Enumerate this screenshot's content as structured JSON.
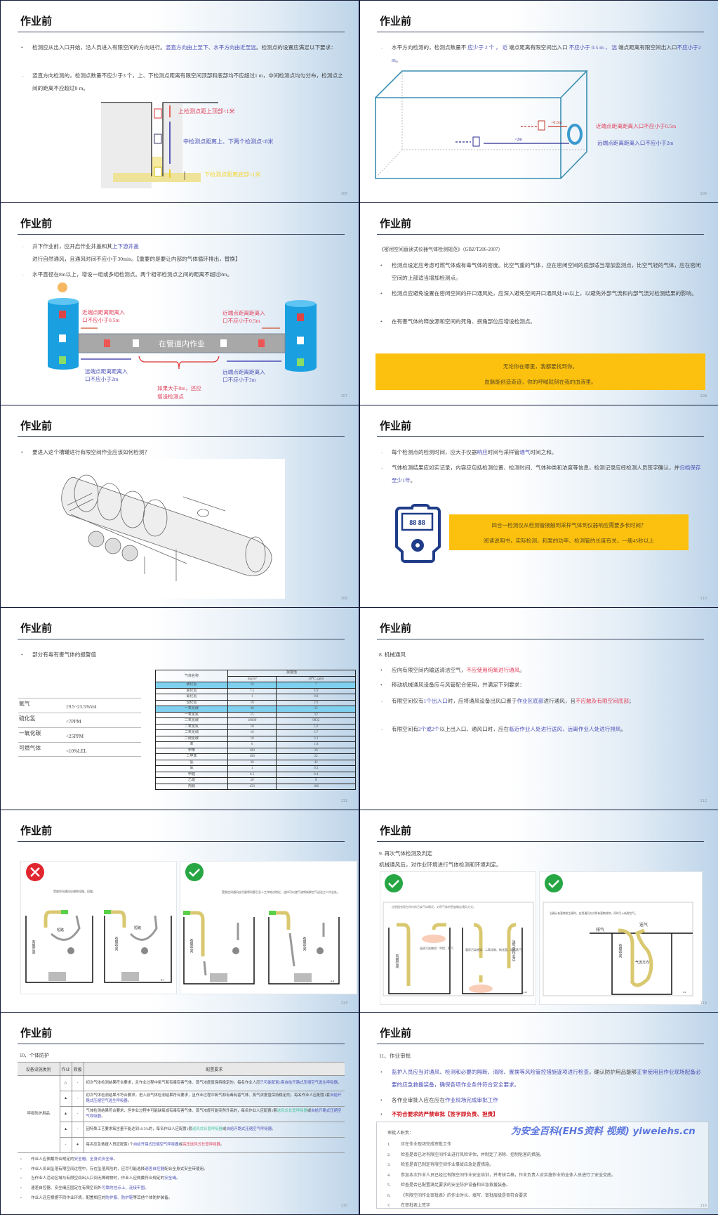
{
  "common": {
    "title": "作业前"
  },
  "colors": {
    "blue_text": "#4a4fb5",
    "red_text": "#e0405a",
    "yellow_box": "#fcc10e",
    "navy": "#1f3c88"
  },
  "s1": {
    "page": "105",
    "b1": [
      [
        "检测应从出入口开始，沿人员进入有限空间的方向进行。",
        "n"
      ],
      [
        "竖直方向由上至下、水平方向由近至远",
        "b"
      ],
      [
        "。检测点的设置应满足以下要求：",
        "n"
      ]
    ],
    "b2": [
      [
        "竖直方向检测的，检测点数量不应少于3 个，上、下检测点距离有限空间顶部和底部均不应超过1 m，中间检测点均匀分布，检测点之间的距离不应超过8 m。",
        "n"
      ]
    ],
    "label_top": "上检测点距上顶部<1米",
    "label_mid": "中检测点距离上、下两个检测点<8米",
    "label_bottom": "下检测点距离底部<1米"
  },
  "s2": {
    "page": "106",
    "b1": [
      [
        "水平方向检测的，检测点数量不 ",
        "n"
      ],
      [
        "应少于 2 个 ， 近",
        "b"
      ],
      [
        " 端点距离有限空间出入口 ",
        "n"
      ],
      [
        "不应小于 0.5 m ， 远",
        "b"
      ],
      [
        " 端点距离有限空间出入口",
        "n"
      ],
      [
        "不应小于2 m",
        "b"
      ],
      [
        "。",
        "n"
      ]
    ],
    "dim_near": ">0.5m",
    "dim_far": ">2m",
    "label_near": "近端点距离距离入口不应小于0.5m",
    "label_far": "远端点距离距离入口不应小于2m"
  },
  "s3": {
    "page": "107",
    "b1": [
      [
        "井下作业前，应开启作业井盖和其",
        "n"
      ],
      [
        "上下游井盖",
        "b"
      ],
      [
        "进行自然通风，且通风时间不应小于30min。【重要的是要让内部的气体循环排出，替换】",
        "n"
      ]
    ],
    "b2": [
      [
        "水平直径在8m以上，增设一组或多组检测点。两个相邻检测点之间的距离不超过8m。",
        "n"
      ]
    ],
    "pipe_label": "在管道内作业",
    "near_l1": "近端点距离距离入",
    "near_l2": "口不应小于0.5m",
    "far_l1": "远端点距离距离入",
    "far_l2": "口不应小于2m",
    "more_l1": "如果大于8m，还应",
    "more_l2": "增设检测点"
  },
  "s4": {
    "page": "108",
    "ref": "《密闭空间直读式仪器气体检测规范》（GBZ/T206-2007）",
    "bullets": [
      "检测点设定应考虑可燃气体或有毒气体的密度。比空气重的气体，应在密闭空间的底部适当增加监测点，比空气轻的气体，应在密闭空间的上部适当增加检测点。",
      "检测点应避免设置在密闭空间的开口通风处，应深入避免空间开口通风处1m以上，以避免外部气流和内部气流对检测结果的影响。",
      "在有害气体的释放源和空间的死角、拐角部位应增设检测点。"
    ],
    "box_l1": "无论你在哪里，我都要找到你。",
    "box_l2": "血脉能创造奇迹，你的呼喊就刻在我的血液里。"
  },
  "s5": {
    "page": "109",
    "q": "要进入这个槽罐进行有限空间作业应该如何检测？"
  },
  "s6": {
    "page": "110",
    "b1": [
      [
        "每个检测点的检测时间，应大于仪器",
        "n"
      ],
      [
        "响应",
        "b"
      ],
      [
        "时间与采样管",
        "n"
      ],
      [
        "通气",
        "b"
      ],
      [
        "时间之和。",
        "n"
      ]
    ],
    "b2": [
      [
        "气体检测结果应如实记录，内容应包括检测位置、检测时间、气体种类和浓度等信息，检测记录应经检测人员签字确认，并",
        "n"
      ],
      [
        "归档保存至少1年",
        "b"
      ],
      [
        "。",
        "n"
      ]
    ],
    "device_display": "88 88",
    "box_l1": "四合一检测仪从检测管接触到采样气体到仪器响应需要多长时间？",
    "box_l2": "阅读说明书，实际检测，和泵的功率、检测管的长度有关，一般45秒以上"
  },
  "s7": {
    "page": "111",
    "intro": "部分有毒有害气体的报警值",
    "alarms": [
      {
        "k": "氧气",
        "v": "19.5~23.5%Vol"
      },
      {
        "k": "硫化氢",
        "v": "<7PPM"
      },
      {
        "k": "一氧化碳",
        "v": "<25PPM"
      },
      {
        "k": "可燃气体",
        "v": "<10%LEL"
      }
    ],
    "table": {
      "h_name": "气体名称",
      "h_alarm": "报警值",
      "h_mg": "mg/m³",
      "h_ppm": "20℃, ppm",
      "rows": [
        [
          "硫化氢",
          "10",
          "7"
        ],
        [
          "氯化氢",
          "7.5",
          "4.9"
        ],
        [
          "氰化氢",
          "1",
          "0.8"
        ],
        [
          "溴化氢",
          "10",
          "2.9"
        ],
        [
          "一氧化碳",
          "30",
          "25"
        ],
        [
          "一氧化氮",
          "15",
          "12"
        ],
        [
          "二氧化碳",
          "18000",
          "9832"
        ],
        [
          "二氧化氮",
          "10",
          "5.2"
        ],
        [
          "二氧化硫",
          "10",
          "3.7"
        ],
        [
          "二硫化碳",
          "10",
          "3.1"
        ],
        [
          "苯",
          "6",
          "1.8"
        ],
        [
          "甲苯",
          "100",
          "26"
        ],
        [
          "二甲苯",
          "100",
          "22"
        ],
        [
          "氨",
          "30",
          "42"
        ],
        [
          "氯",
          "1",
          "0.3"
        ],
        [
          "甲醛",
          "0.5",
          "0.4"
        ],
        [
          "乙酸",
          "20",
          "8"
        ],
        [
          "丙酮",
          "450",
          "186"
        ]
      ]
    }
  },
  "s8": {
    "page": "112",
    "heading": "8.   机械通风",
    "b1": [
      [
        "应向有限空间内输送清洁空气，",
        "n"
      ],
      [
        "不应使用纯氧进行通风",
        "r"
      ],
      [
        "。",
        "n"
      ]
    ],
    "b2": [
      [
        "移动机械通风设备应与风管配合使用，并满足下列要求：",
        "n"
      ]
    ],
    "d1": [
      [
        "有限空间仅有",
        "n"
      ],
      [
        "1个出入口",
        "b"
      ],
      [
        "时，应将通风设备出风口置于",
        "n"
      ],
      [
        "作业区底部",
        "b"
      ],
      [
        "进行通风，且",
        "n"
      ],
      [
        "不应触及有限空间底部",
        "r"
      ],
      [
        "；",
        "n"
      ]
    ],
    "d2": [
      [
        "有限空间有",
        "n"
      ],
      [
        "2个或2个",
        "b"
      ],
      [
        "以上出入口、通风口时，应在",
        "n"
      ],
      [
        "临近作业人处进行送风，远离作业人处进行排风",
        "b"
      ],
      [
        "。",
        "n"
      ]
    ]
  },
  "s9": {
    "page": "113",
    "cap_wrong": "受限空间通风应避免短路、回路。",
    "cap_right": "受限空间通风应尽量将风管引至人工作地点附近，这样可以使气流将新鲜空气送达工人作业处。",
    "short1": "短路",
    "short2": "短路",
    "space": "有限空间",
    "fig1": "9.7",
    "fig2": "9.8"
  },
  "s10": {
    "page": "114",
    "heading": "9.   再次气体检测及判定",
    "sub": "机械通风后，对作业环境进行气体检测和环境判定。",
    "cap_left": "应根据有限空间内的污染气体情况，对积气体的密度确定通风方式。",
    "light": "轻质污染物如：甲烷、氨气",
    "heavy": "重质污染物如：二氧化碳、硫化氢、溶剂蒸汽",
    "send_to": "送气至作业点",
    "space": "有限空间",
    "exhaust": "排气",
    "supply": "送气",
    "flow": "气流方向",
    "cap_right": "当确认有害物发生源时，应用通风方式将有害物排除，同时引入新鲜空气。",
    "fig1": "9.10",
    "fig2": "9.9"
  },
  "s11": {
    "page": "115",
    "heading": "10、个体防护",
    "th": [
      "设备设施类别",
      "作业",
      "救援",
      "配置要求"
    ],
    "category": "呼吸防护用品",
    "rows": [
      {
        "w": "△",
        "r": "-",
        "req": [
          [
            "初次气体检测结果符合要求，且作业过程中氧气和有毒有害气体、蒸气浓度值保持稳定的，每名作业人应",
            "n"
          ],
          [
            "只可能配置1套自给开路式压缩空气逃生呼吸器",
            "b"
          ],
          [
            "。",
            "n"
          ]
        ]
      },
      {
        "w": "▲",
        "r": "-",
        "req": [
          [
            "初次气体检测结果不符合要求，进入前气体检测结果符合要求，且作业过程中氧气和有毒有害气体、蒸气浓度值保持稳定的，每名作业人应配置1套",
            "n"
          ],
          [
            "自给开路式压缩空气逃生呼吸器",
            "b"
          ],
          [
            "。",
            "n"
          ]
        ]
      },
      {
        "w": "▲",
        "r": "-",
        "req": [
          [
            "气体检测结果符合要求，但作业过程中可能缺氧或有毒有害气体、蒸气浓度可能突然升高的，每名作业人应配置1套",
            "n"
          ],
          [
            "送风式长管呼吸器",
            "g"
          ],
          [
            "或",
            "n"
          ],
          [
            "自给开路式压缩空气呼吸器",
            "b"
          ],
          [
            "。",
            "n"
          ]
        ]
      },
      {
        "w": "▲",
        "r": "-",
        "req": [
          [
            "因特殊工艺要求氧含量不能达到19.5%的，每名作业人应配置1套",
            "n"
          ],
          [
            "送风式长管呼吸器",
            "g"
          ],
          [
            "或",
            "n"
          ],
          [
            "自给开路式压缩空气呼吸器",
            "b"
          ],
          [
            "。",
            "n"
          ]
        ]
      },
      {
        "w": "-",
        "r": "●",
        "req": [
          [
            "每名应急救援人员应配置1个",
            "n"
          ],
          [
            "自给开路式压缩空气呼吸器",
            "b"
          ],
          [
            "或",
            "n"
          ],
          [
            "高压送风式长管呼吸器",
            "r"
          ],
          [
            "。",
            "n"
          ]
        ]
      }
    ],
    "bullets": [
      [
        [
          "作业人应佩戴符合规定的",
          "n"
        ],
        [
          "安全帽、全身式安全带",
          "b"
        ],
        [
          "。",
          "n"
        ]
      ],
      [
        [
          "作业人员出坠落有限空间过程中，存在坠落风险的，应尽可能选择",
          "n"
        ],
        [
          "速差自控器",
          "b"
        ],
        [
          "配合全身式安全带使用。",
          "n"
        ]
      ],
      [
        [
          "当作业人活动区域与有限空间出入口间无障碍物时，作业人应佩戴符合规定的",
          "n"
        ],
        [
          "安全绳",
          "b"
        ],
        [
          "。",
          "n"
        ]
      ],
      [
        [
          "速差自控器、安全绳应固定在有限空间外",
          "n"
        ],
        [
          "可靠的挂点上，连接牢固",
          "b"
        ],
        [
          "。",
          "n"
        ]
      ],
      [
        [
          "作业人还应根据不同作业环境，配置相应的",
          "n"
        ],
        [
          "防护服、防护鞋",
          "b"
        ],
        [
          "等其他个体防护装备。",
          "n"
        ]
      ]
    ]
  },
  "s12": {
    "page": "116",
    "heading": "11、作业审批",
    "b1": [
      [
        "监护人员应当对通风、检测和必要的隔断、清除、置换等风险管控措施",
        "b"
      ],
      [
        "逐项进行检查",
        "b"
      ],
      [
        "，确认防护用品能够",
        "n"
      ],
      [
        "正常使用且作业现场",
        "b"
      ],
      [
        "配备必要的应急救援装备",
        "b"
      ],
      [
        "，确保各项作业条件符合安全要求。",
        "b"
      ]
    ],
    "b2": [
      [
        "各作业审批人应在应在",
        "n"
      ],
      [
        "作业现场完成审批工作",
        "b"
      ]
    ],
    "b3": [
      [
        "不符合要求的严禁审批【签字即负责、担责】",
        "rb"
      ]
    ],
    "box_head": "审批人职责：",
    "items": [
      [
        "1.",
        "应在作业现场完成审批工作"
      ],
      [
        "2.",
        "检查是否已对有限空间作业进行风险评估，并制定了消除、控制危害的措施。"
      ],
      [
        "3.",
        "检查是否已制定有限空间作业事故应急处置措施。"
      ],
      [
        "4.",
        "参加本次作业人员已经过有限空间作业安全培训，并考核合格，作业负责人对实施作业的全体人员进行了安全交底。"
      ],
      [
        "5.",
        "检查是否已配置满足要求的安全防护设备和应急救援装备。"
      ],
      [
        "6.",
        "《有限空间作业审批表》的作业时长、填写、审批层级是否符合要求"
      ],
      [
        "7.",
        "在审批表上签字"
      ]
    ],
    "watermark": "为安全百科(EHS资料 视频) yiweiehs.cn"
  }
}
